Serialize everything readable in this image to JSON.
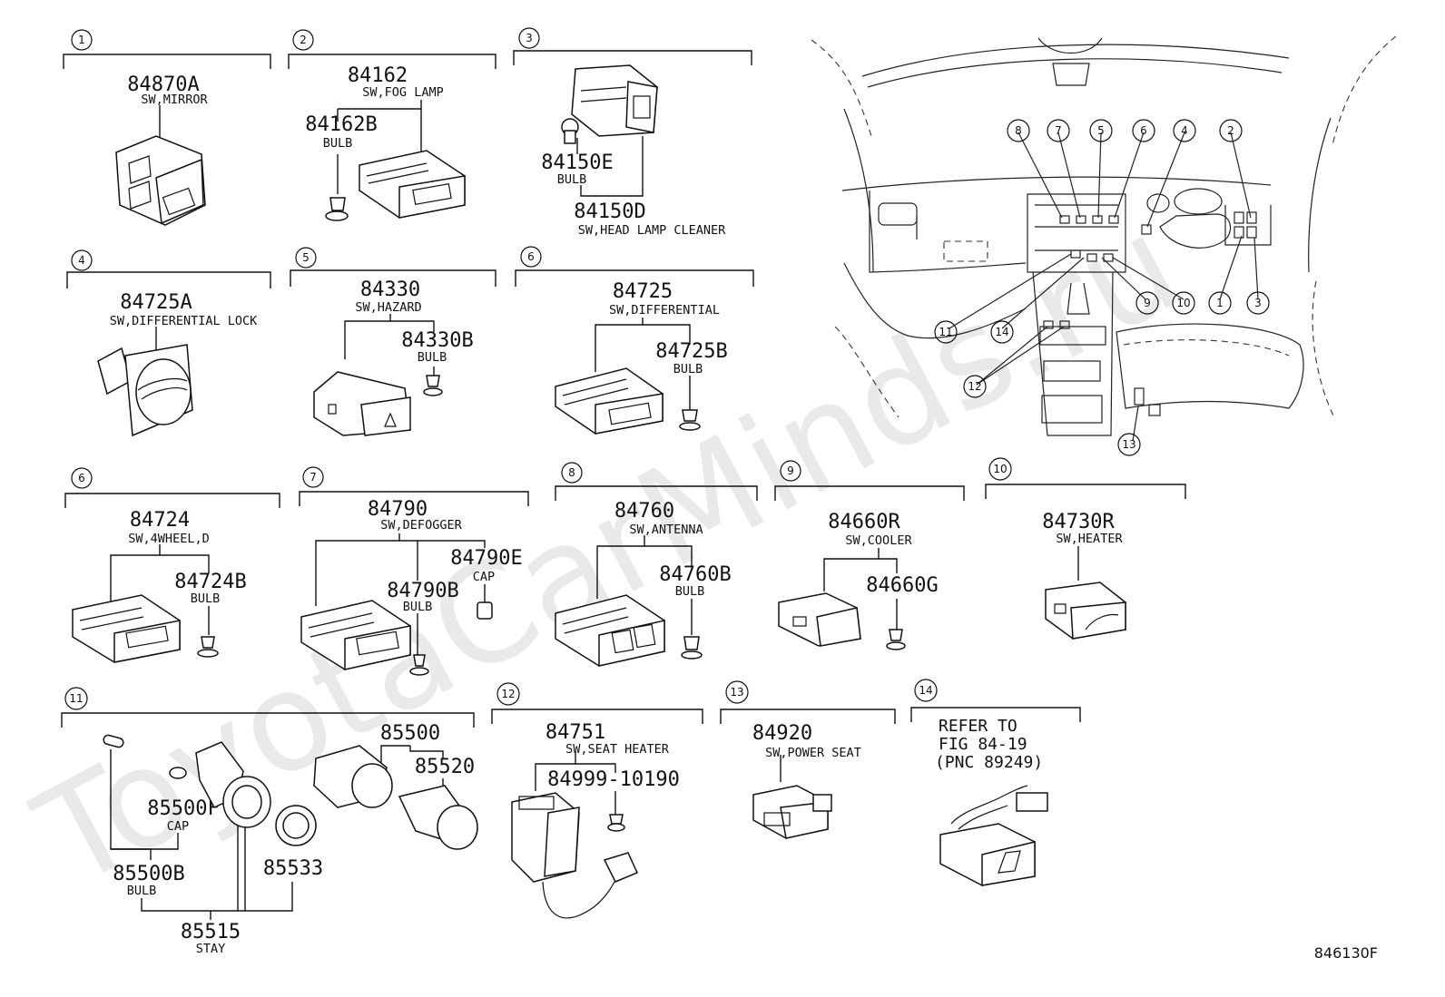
{
  "watermark": "ToyotaCarMinds.ru",
  "drawing_code": "846130F",
  "groups": [
    {
      "id": "1",
      "parts": [
        {
          "no": "84870A",
          "desc": "SW,MIRROR"
        }
      ]
    },
    {
      "id": "2",
      "parts": [
        {
          "no": "84162",
          "desc": "SW,FOG LAMP"
        },
        {
          "no": "84162B",
          "desc": "BULB"
        }
      ]
    },
    {
      "id": "3",
      "parts": [
        {
          "no": "84150E",
          "desc": "BULB"
        },
        {
          "no": "84150D",
          "desc": "SW,HEAD LAMP CLEANER"
        }
      ]
    },
    {
      "id": "4",
      "parts": [
        {
          "no": "84725A",
          "desc": "SW,DIFFERENTIAL LOCK"
        }
      ]
    },
    {
      "id": "5",
      "parts": [
        {
          "no": "84330",
          "desc": "SW,HAZARD"
        },
        {
          "no": "84330B",
          "desc": "BULB"
        }
      ]
    },
    {
      "id": "6",
      "parts": [
        {
          "no": "84725",
          "desc": "SW,DIFFERENTIAL"
        },
        {
          "no": "84725B",
          "desc": "BULB"
        }
      ]
    },
    {
      "id": "6",
      "parts": [
        {
          "no": "84724",
          "desc": "SW,4WHEEL,D"
        },
        {
          "no": "84724B",
          "desc": "BULB"
        }
      ]
    },
    {
      "id": "7",
      "parts": [
        {
          "no": "84790",
          "desc": "SW,DEFOGGER"
        },
        {
          "no": "84790E",
          "desc": "CAP"
        },
        {
          "no": "84790B",
          "desc": "BULB"
        }
      ]
    },
    {
      "id": "8",
      "parts": [
        {
          "no": "84760",
          "desc": "SW,ANTENNA"
        },
        {
          "no": "84760B",
          "desc": "BULB"
        }
      ]
    },
    {
      "id": "9",
      "parts": [
        {
          "no": "84660R",
          "desc": "SW,COOLER"
        },
        {
          "no": "84660G",
          "desc": ""
        }
      ]
    },
    {
      "id": "10",
      "parts": [
        {
          "no": "84730R",
          "desc": "SW,HEATER"
        }
      ]
    },
    {
      "id": "11",
      "parts": [
        {
          "no": "85500",
          "desc": ""
        },
        {
          "no": "85520",
          "desc": ""
        },
        {
          "no": "85500F",
          "desc": "CAP"
        },
        {
          "no": "85500B",
          "desc": "BULB"
        },
        {
          "no": "85533",
          "desc": ""
        },
        {
          "no": "85515",
          "desc": "STAY"
        }
      ]
    },
    {
      "id": "12",
      "parts": [
        {
          "no": "84751",
          "desc": "SW,SEAT HEATER"
        },
        {
          "no": "84999-10190",
          "desc": ""
        }
      ]
    },
    {
      "id": "13",
      "parts": [
        {
          "no": "84920",
          "desc": "SW,POWER SEAT"
        }
      ]
    },
    {
      "id": "14",
      "parts": [
        {
          "no": "",
          "desc": ""
        }
      ],
      "refer": [
        "REFER TO",
        "FIG 84-19",
        "(PNC 89249)"
      ]
    }
  ],
  "location_callouts": [
    "8",
    "7",
    "5",
    "6",
    "4",
    "2",
    "11",
    "14",
    "9",
    "10",
    "1",
    "3",
    "12",
    "13"
  ]
}
